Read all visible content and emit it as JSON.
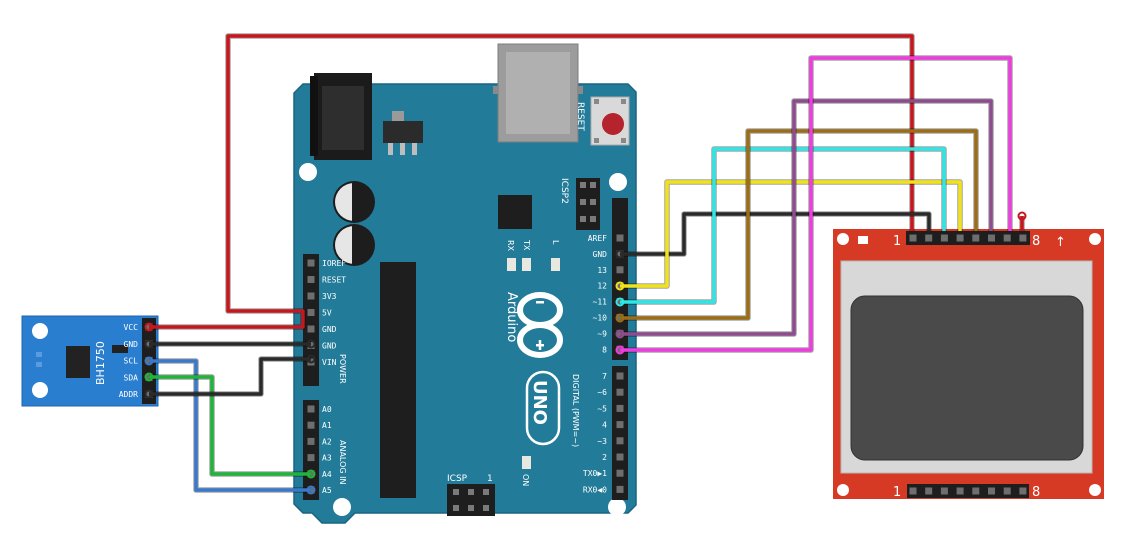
{
  "sensor": {
    "name": "BH1750",
    "pins": [
      "VCC",
      "GND",
      "SCL",
      "SDA",
      "ADDR"
    ]
  },
  "arduino": {
    "brand": "Arduino",
    "model": "UNO",
    "reset_label": "RESET",
    "icsp2_label": "ICSP2",
    "icsp_label": "ICSP",
    "icsp_pin1": "1",
    "on_label": "ON",
    "rx_label": "RX",
    "tx_label": "TX",
    "l_label": "L",
    "power_header": "POWER",
    "analog_header": "ANALOG IN",
    "digital_header": "DIGITAL (PWM=~)",
    "power_pins": [
      "IOREF",
      "RESET",
      "3V3",
      "5V",
      "GND",
      "GND",
      "VIN"
    ],
    "analog_pins": [
      "A0",
      "A1",
      "A2",
      "A3",
      "A4",
      "A5"
    ],
    "digital_upper_pins": [
      "AREF",
      "GND",
      "13",
      "12",
      "~11",
      "~10",
      "~9",
      "8"
    ],
    "digital_lower_pins": [
      "7",
      "~6",
      "~5",
      "4",
      "~3",
      "2",
      "TX0▶1",
      "RX0◀0"
    ]
  },
  "lcd": {
    "pin_first": "1",
    "pin_last": "8",
    "arrow": "↑"
  },
  "wire_colors": {
    "red": "#c8161d",
    "black": "#2a2a2a",
    "blue": "#3a78c9",
    "green": "#22b43a",
    "yellow": "#f2e21c",
    "cyan": "#2ee6e6",
    "brown": "#9b6d17",
    "purple": "#8e4c8e",
    "magenta": "#ee3dde"
  },
  "colors": {
    "arduino_board": "#227b98",
    "sensor_board": "#2a7ed0",
    "lcd_board": "#d63a25"
  }
}
